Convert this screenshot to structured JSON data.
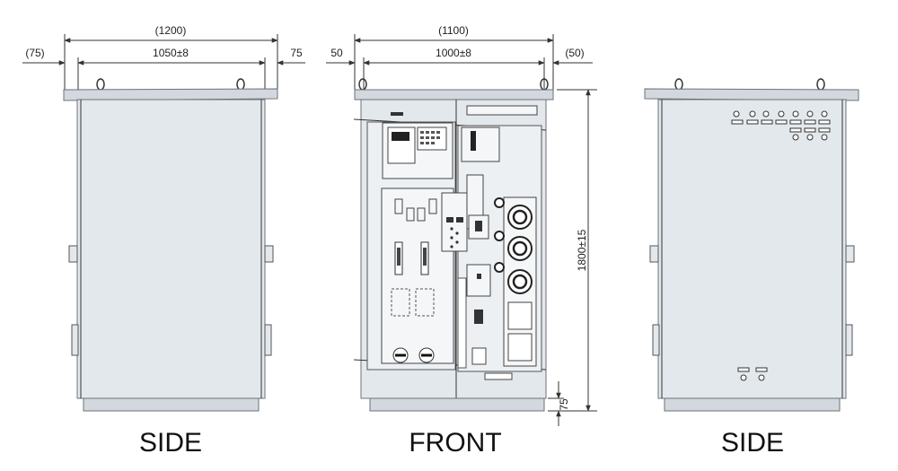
{
  "views": {
    "side_left": {
      "label": "SIDE",
      "dim_total": "(1200)",
      "dim_inner": "1050±8",
      "dim_left": "(75)",
      "dim_right": "75"
    },
    "front": {
      "label": "FRONT",
      "dim_total": "(1100)",
      "dim_inner": "1000±8",
      "dim_left": "50",
      "dim_right": "(50)",
      "dim_height": "1800±15",
      "dim_base": "75"
    },
    "side_right": {
      "label": "SIDE"
    }
  },
  "colors": {
    "panel": "#e3e8ed",
    "outline": "#6b7278",
    "text": "#222222"
  }
}
